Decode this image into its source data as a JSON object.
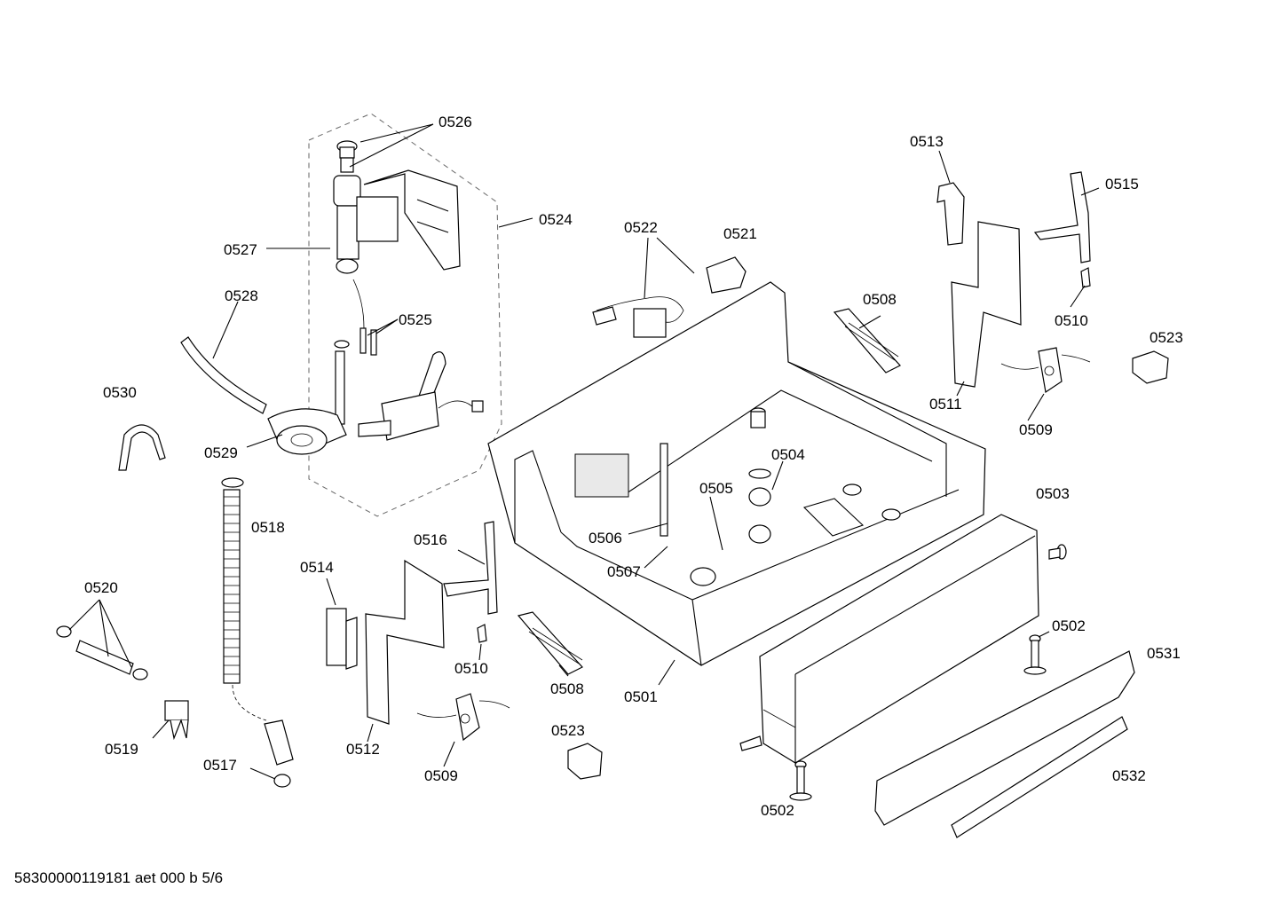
{
  "footer_text": "58300000119181 aet 000 b 5/6",
  "labels": {
    "l0526": "0526",
    "l0524": "0524",
    "l0527": "0527",
    "l0528": "0528",
    "l0525": "0525",
    "l0530": "0530",
    "l0529": "0529",
    "l0518": "0518",
    "l0520": "0520",
    "l0519": "0519",
    "l0517": "0517",
    "l0514": "0514",
    "l0516": "0516",
    "l0512": "0512",
    "l0510a": "0510",
    "l0509a": "0509",
    "l0508a": "0508",
    "l0523a": "0523",
    "l0522": "0522",
    "l0521": "0521",
    "l0506": "0506",
    "l0507": "0507",
    "l0505": "0505",
    "l0504": "0504",
    "l0501": "0501",
    "l0508b": "0508",
    "l0513": "0513",
    "l0515": "0515",
    "l0510b": "0510",
    "l0511": "0511",
    "l0509b": "0509",
    "l0523b": "0523",
    "l0503": "0503",
    "l0502a": "0502",
    "l0531": "0531",
    "l0532": "0532",
    "l0502b": "0502"
  }
}
